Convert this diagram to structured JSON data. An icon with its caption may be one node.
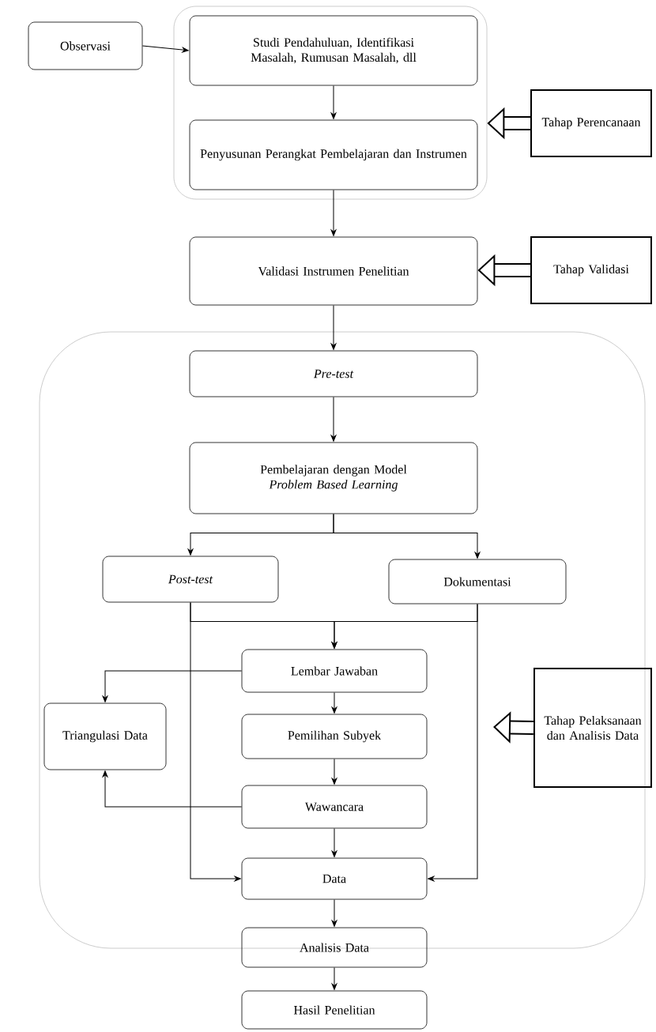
{
  "diagram": {
    "nodes": [
      {
        "text": [
          "Observasi"
        ]
      },
      {
        "text": [],
        "shape": "box"
      },
      {
        "text": [
          "Studi Pendahuluan, Identifikasi Masalah, Rumusan Masalah, dll"
        ],
        "in": 1
      },
      {
        "text": [
          "Penyusunan Perangkat Pembelajaran dan Instrumen"
        ],
        "in": 1
      },
      {
        "text": [
          "Tahap Perencanaan"
        ]
      },
      {
        "text": [
          "Validasi Instrumen Penelitian"
        ]
      },
      {
        "text": [
          "Tahap Validasi"
        ]
      },
      {
        "text": [
          "Pre-test"
        ]
      },
      {
        "text": [
          "Pembelajaran dengan Model *Problem Based Learning*"
        ]
      },
      {
        "text": [
          "Post-test"
        ]
      },
      {
        "text": [
          "Dokumentasi"
        ]
      },
      {
        "text": [
          "Lembar Jawaban"
        ]
      },
      {
        "text": [
          "Triangulasi Data"
        ]
      },
      {
        "text": [
          "Pemilihan Subyek"
        ]
      },
      {
        "text": [
          "Wawancara"
        ]
      },
      {
        "text": [
          "Tahap Pelaksanaan dan Analisis Data"
        ]
      },
      {
        "text": [
          "Data"
        ]
      },
      {
        "text": [
          "Analisis Data"
        ]
      },
      {
        "text": [
          "Hasil Penelitian"
        ]
      }
    ],
    "edges": [
      {
        "from": 0,
        "to": 2,
        "arrow": "to"
      },
      {
        "from": 2,
        "to": 3,
        "arrow": "to"
      },
      {
        "from": 3,
        "to": 5,
        "arrow": "to"
      },
      {
        "from": 4,
        "to": 1,
        "arrow": "to",
        "style": "thick"
      },
      {
        "from": 6,
        "to": 5,
        "arrow": "to",
        "style": "thick"
      },
      {
        "from": 5,
        "to": 7,
        "arrow": "to"
      },
      {
        "from": 7,
        "to": 8,
        "arrow": "to"
      },
      {
        "from": 8,
        "to": 9,
        "arrow": "to"
      },
      {
        "from": 8,
        "to": 10,
        "arrow": "to"
      },
      {
        "from": 9,
        "to": 11,
        "arrow": "to"
      },
      {
        "from": 10,
        "to": 11,
        "arrow": "to"
      },
      {
        "from": 9,
        "to": 16,
        "arrow": "to"
      },
      {
        "from": 10,
        "to": 16,
        "arrow": "to"
      },
      {
        "from": 11,
        "to": 12,
        "arrow": "to"
      },
      {
        "from": 11,
        "to": 13,
        "arrow": "to"
      },
      {
        "from": 13,
        "to": 14,
        "arrow": "to"
      },
      {
        "from": 14,
        "to": 12,
        "arrow": "to"
      },
      {
        "from": 14,
        "to": 16,
        "arrow": "to"
      },
      {
        "from": 15,
        "to": null,
        "arrow": "to",
        "style": "thick"
      },
      {
        "from": 16,
        "to": 17,
        "arrow": "to"
      },
      {
        "from": 17,
        "to": 18,
        "arrow": "to"
      }
    ]
  }
}
